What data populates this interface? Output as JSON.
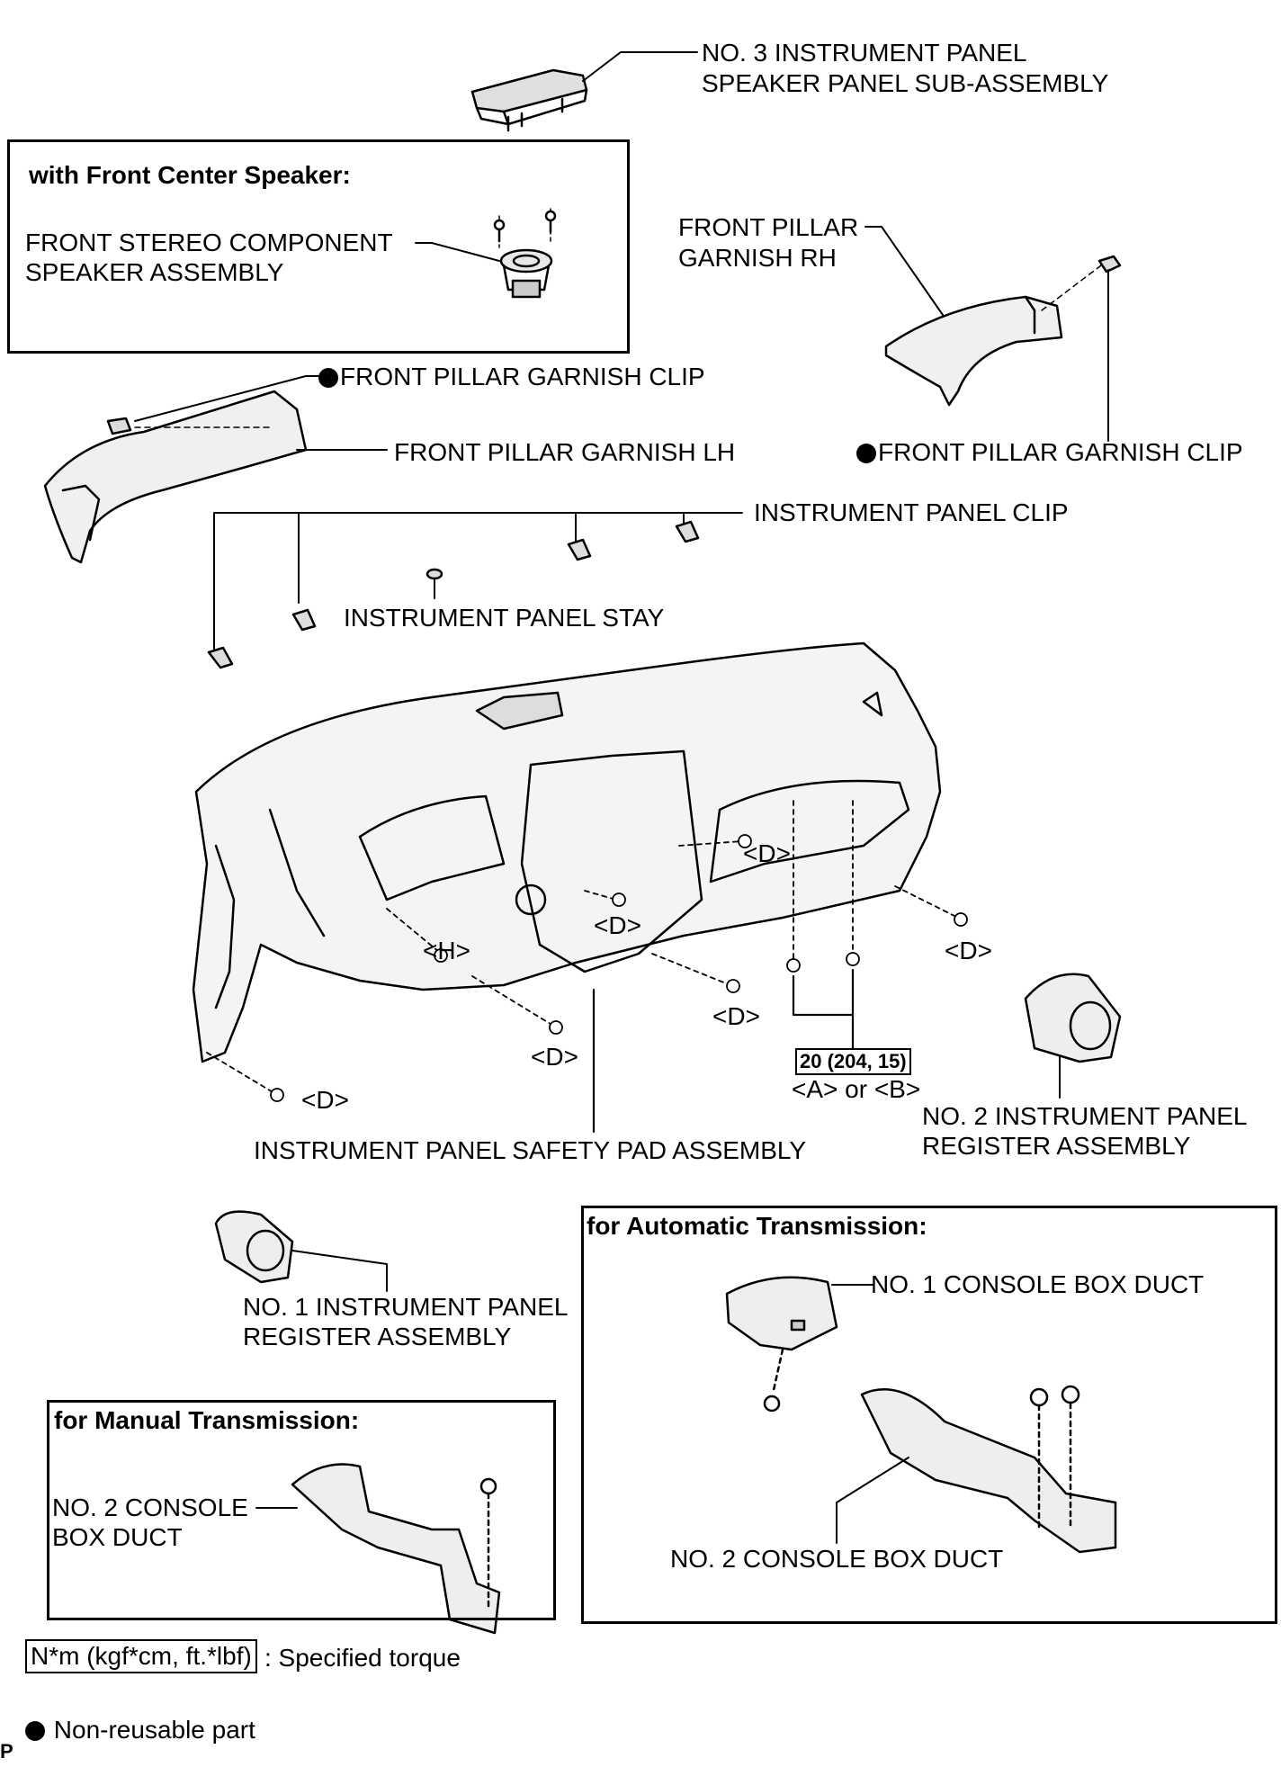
{
  "labels": {
    "speaker_panel_line1": "NO. 3 INSTRUMENT PANEL",
    "speaker_panel_line2": "SPEAKER PANEL SUB-ASSEMBLY",
    "front_center_heading": "with Front Center Speaker:",
    "stereo_line1": "FRONT STEREO COMPONENT",
    "stereo_line2": "SPEAKER ASSEMBLY",
    "pillar_rh_line1": "FRONT PILLAR",
    "pillar_rh_line2": "GARNISH RH",
    "clip_lh": "FRONT PILLAR GARNISH CLIP",
    "pillar_lh": "FRONT PILLAR GARNISH LH",
    "clip_rh": "FRONT PILLAR GARNISH CLIP",
    "panel_clip": "INSTRUMENT PANEL CLIP",
    "panel_stay": "INSTRUMENT PANEL STAY",
    "d1": "<D>",
    "d2": "<D>",
    "d3": "<D>",
    "d4": "<D>",
    "d5": "<D>",
    "d6": "<D>",
    "h": "<H>",
    "torque_value": "20 (204, 15)",
    "a_or_b": "<A> or <B>",
    "reg2_line1": "NO. 2 INSTRUMENT PANEL",
    "reg2_line2": "REGISTER ASSEMBLY",
    "safety_pad": "INSTRUMENT PANEL SAFETY PAD ASSEMBLY",
    "reg1_line1": "NO. 1 INSTRUMENT PANEL",
    "reg1_line2": "REGISTER ASSEMBLY",
    "auto_heading": "for Automatic Transmission:",
    "duct1": "NO. 1 CONSOLE BOX DUCT",
    "duct2_auto": "NO. 2 CONSOLE BOX DUCT",
    "manual_heading": "for Manual Transmission:",
    "duct2_man_line1": "NO. 2 CONSOLE",
    "duct2_man_line2": "BOX DUCT",
    "torque_legend_box": "N*m (kgf*cm, ft.*lbf)",
    "torque_legend_text": ": Specified torque",
    "nonreusable_text": "Non-reusable part",
    "corner_mark": "P"
  },
  "colors": {
    "ink": "#000000",
    "background": "#ffffff",
    "part_fill": "#f2f2f2"
  }
}
